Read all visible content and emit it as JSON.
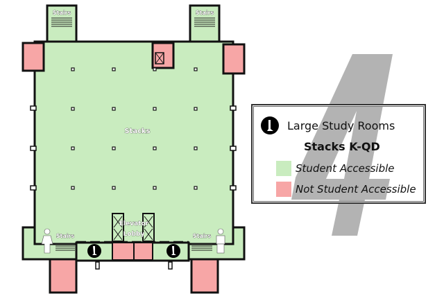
{
  "floor_number": "4",
  "map": {
    "labels": {
      "stacks": "Stacks",
      "stairs_top_left": "Stairs",
      "stairs_top_right": "Stairs",
      "stairs_bottom_left": "Stairs",
      "stairs_bottom_right": "Stairs",
      "elevator_lobby_line1": "Elevator",
      "elevator_lobby_line2": "Lobby"
    },
    "icons": [
      "study-room-icon",
      "study-room-icon",
      "womens-restroom-icon",
      "mens-restroom-icon"
    ]
  },
  "legend": {
    "study_rooms_label": "Large Study Rooms",
    "section_title": "Stacks K-QD",
    "accessible_label": "Student Accessible",
    "not_accessible_label": "Not Student Accessible"
  },
  "colors": {
    "accessible": "#c9ecbf",
    "not_accessible": "#f7a6a6",
    "floor_number": "#b3b3b3",
    "wall": "#111111"
  }
}
